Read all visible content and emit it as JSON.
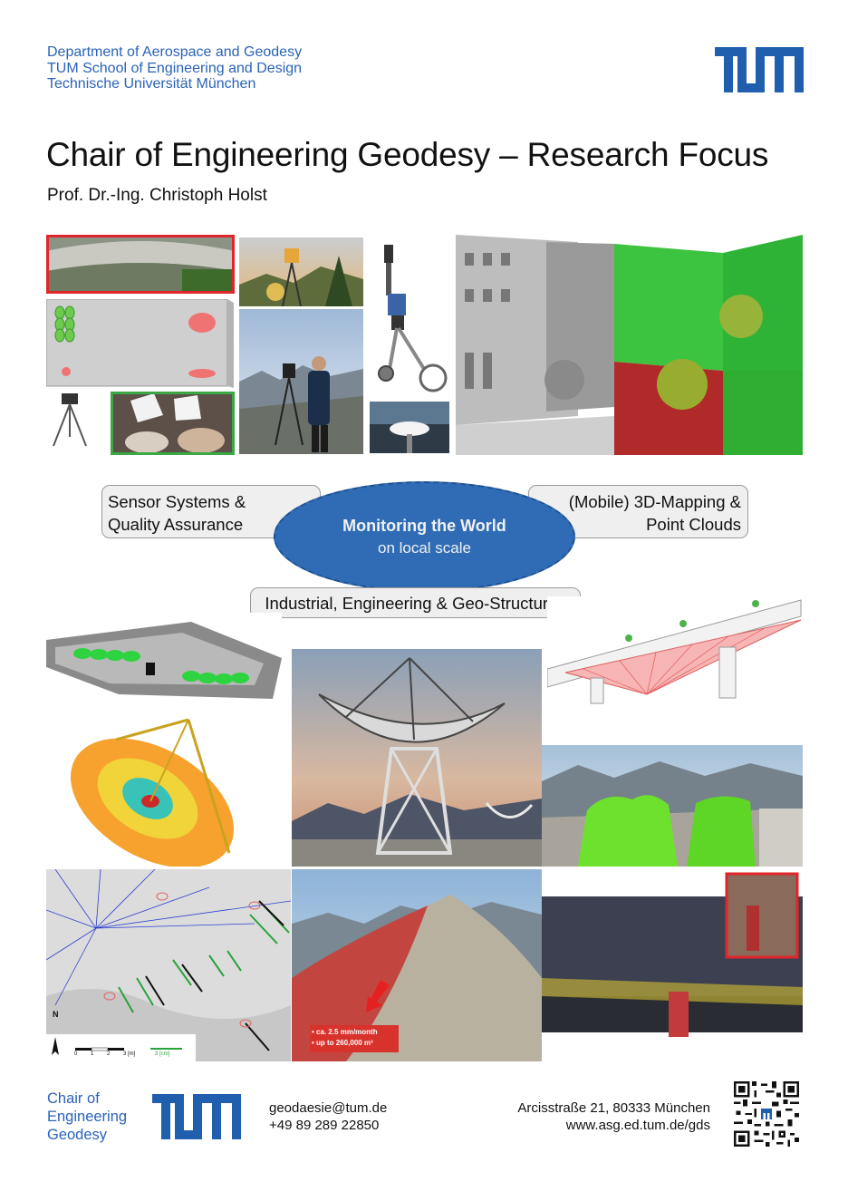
{
  "header": {
    "dept_lines": [
      "Department of Aerospace and Geodesy",
      "TUM School of Engineering and Design",
      "Technische Universität München"
    ],
    "title": "Chair of Engineering Geodesy – Research Focus",
    "subtitle": "Prof. Dr.-Ing. Christoph Holst"
  },
  "topics": {
    "left": [
      "Sensor Systems &",
      "Quality Assurance"
    ],
    "right": [
      "(Mobile) 3D-Mapping &",
      "Point Clouds"
    ],
    "bottom": "Industrial, Engineering & Geo-Structures",
    "center_title": "Monitoring the World",
    "center_sub": "on local scale"
  },
  "figures": {
    "landslide_labels": [
      "• ca. 2.5 mm/month",
      "• up to 260,000 m³"
    ],
    "map_north": "N",
    "map_scale_ticks": [
      "0",
      "1",
      "2",
      "3 [m]"
    ],
    "map_arrow_label": "3 [cm]"
  },
  "footer": {
    "chair_lines": [
      "Chair of",
      "Engineering",
      "Geodesy"
    ],
    "email": "geodaesie@tum.de",
    "phone": "+49 89 289 22850",
    "address": "Arcisstraße 21, 80333 München",
    "website": "www.asg.ed.tum.de/gds"
  },
  "colors": {
    "tum_blue": "#1f5fae",
    "text_blue": "#2a63b8",
    "ellipse_fill": "#2f6cb5"
  }
}
